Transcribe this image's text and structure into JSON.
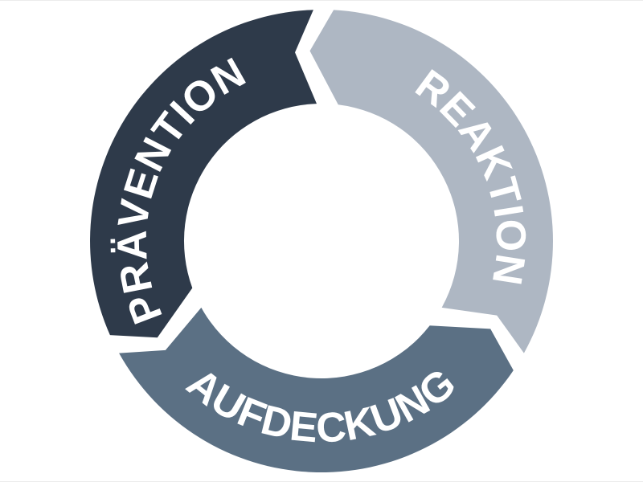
{
  "diagram": {
    "type": "cycle",
    "direction": "counterclockwise",
    "background_color": "#ffffff",
    "label_color": "#ffffff",
    "segments": [
      {
        "id": "praevention",
        "label": "PRÄVENTION",
        "color": "#2e3a4a",
        "position": "left"
      },
      {
        "id": "aufdeckung",
        "label": "AUFDECKUNG",
        "color": "#5b7084",
        "position": "bottom"
      },
      {
        "id": "reaktion",
        "label": "REAKTION",
        "color": "#aeb7c3",
        "position": "right"
      }
    ],
    "sequence": [
      "PRÄVENTION",
      "AUFDECKUNG",
      "REAKTION"
    ]
  }
}
